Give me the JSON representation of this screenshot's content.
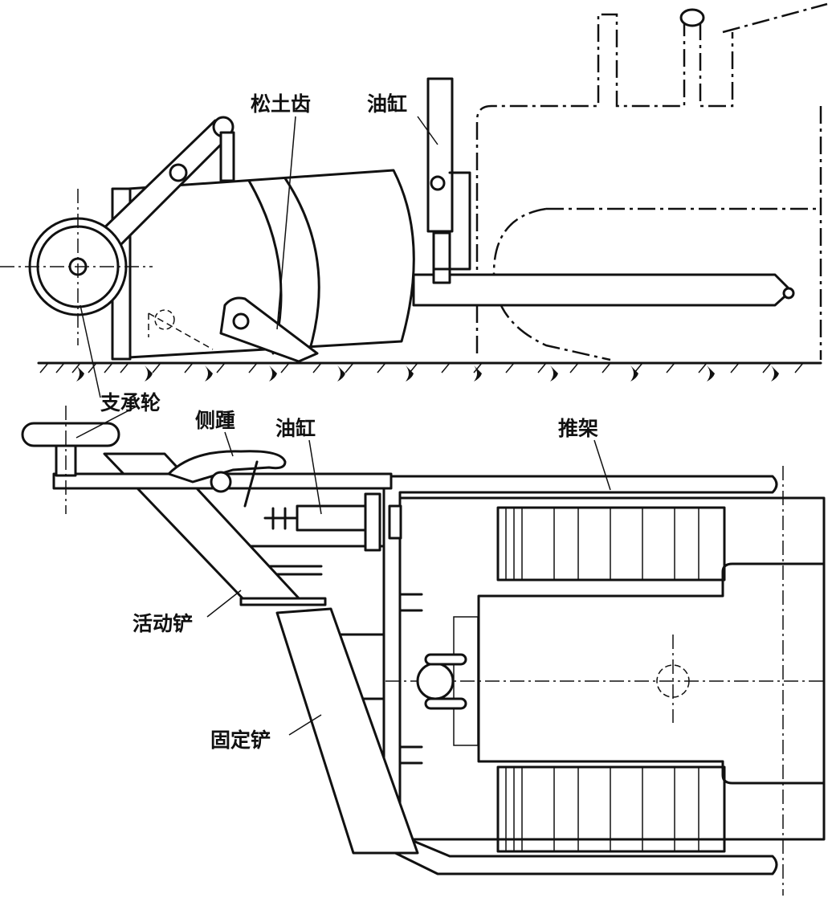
{
  "labels": {
    "ripper_teeth": "松土齿",
    "cylinder_top": "油缸",
    "support_wheel": "支承轮",
    "side_heel": "侧踵",
    "cylinder_bottom": "油缸",
    "push_frame": "推架",
    "movable_blade": "活动铲",
    "fixed_blade": "固定铲"
  }
}
